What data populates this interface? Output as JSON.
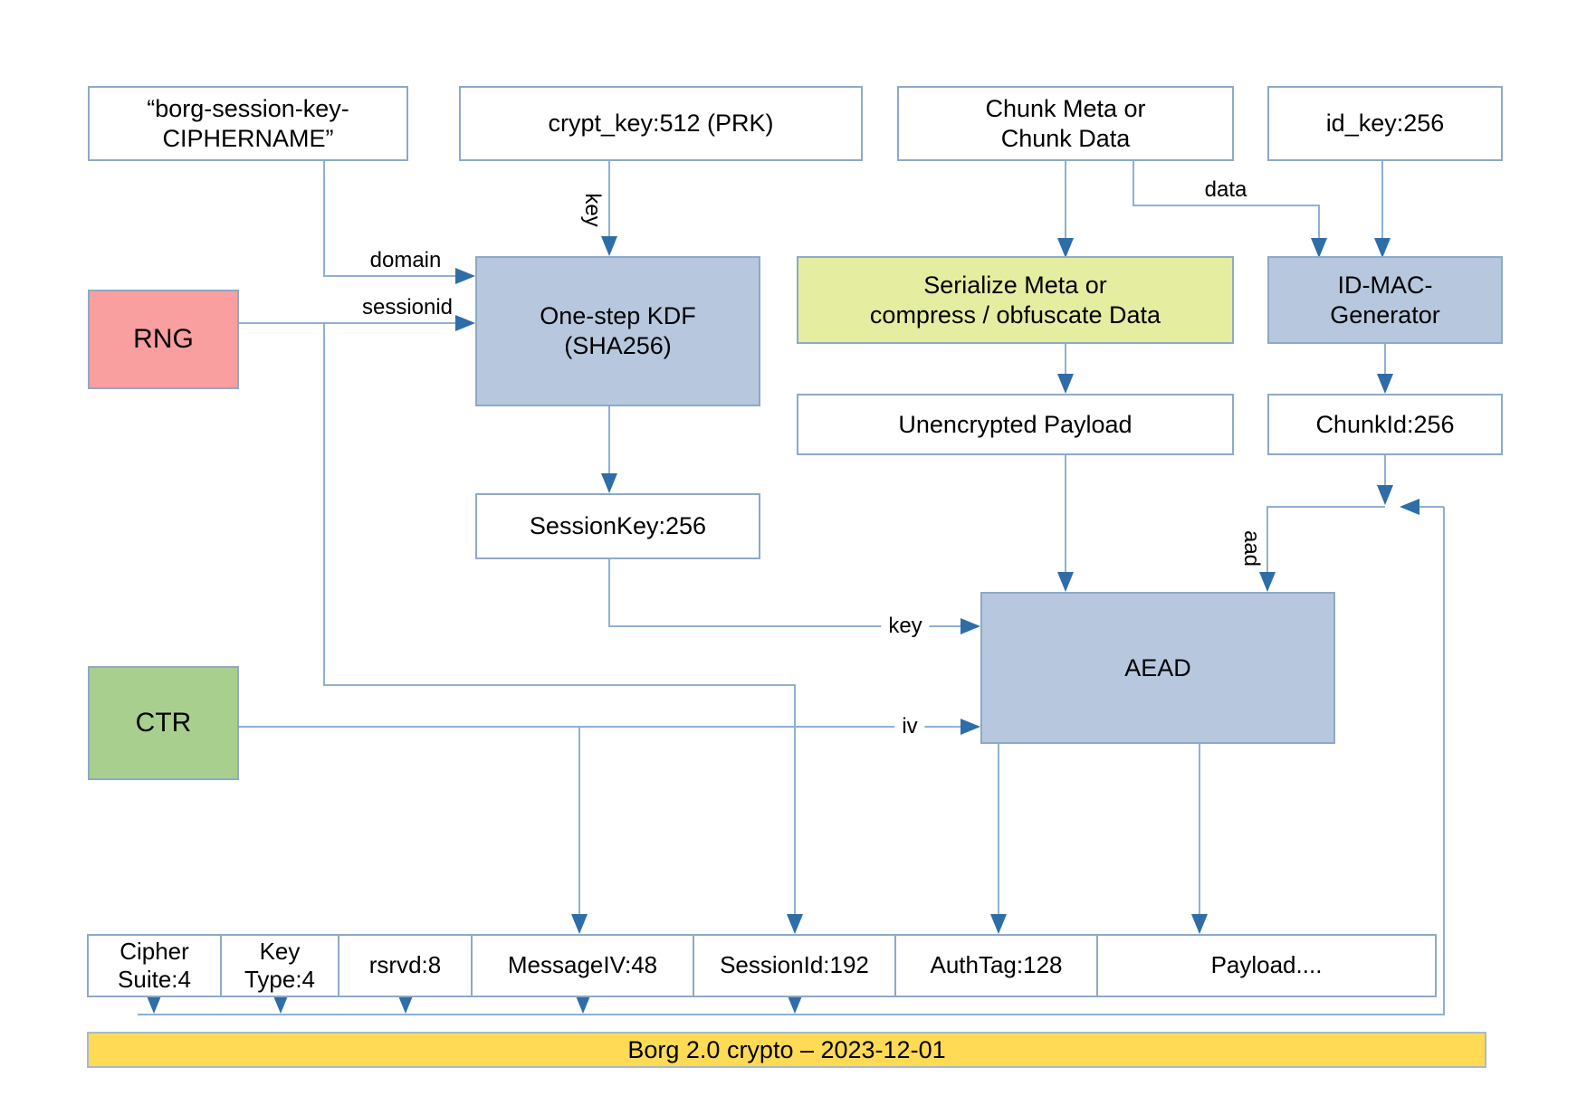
{
  "diagram": {
    "banner": {
      "label": "Borg 2.0 crypto – 2023-12-01"
    },
    "nodes": {
      "borg_constant": {
        "label": "“borg-session-key-\nCIPHERNAME”"
      },
      "crypt_key": {
        "label": "crypt_key:512 (PRK)"
      },
      "chunk_meta": {
        "label": "Chunk Meta or\nChunk Data"
      },
      "id_key": {
        "label": "id_key:256"
      },
      "rng": {
        "label": "RNG"
      },
      "kdf": {
        "label": "One-step KDF\n(SHA256)"
      },
      "serialize": {
        "label": "Serialize Meta or\ncompress / obfuscate Data"
      },
      "id_mac_generator": {
        "label": "ID-MAC-\nGenerator"
      },
      "unencrypted_payload": {
        "label": "Unencrypted Payload"
      },
      "chunk_id": {
        "label": "ChunkId:256"
      },
      "session_key": {
        "label": "SessionKey:256"
      },
      "aead": {
        "label": "AEAD"
      },
      "ctr": {
        "label": "CTR"
      }
    },
    "fields": [
      {
        "label": "Cipher\nSuite:4"
      },
      {
        "label": "Key\nType:4"
      },
      {
        "label": "rsrvd:8"
      },
      {
        "label": "MessageIV:48"
      },
      {
        "label": "SessionId:192"
      },
      {
        "label": "AuthTag:128"
      },
      {
        "label": "Payload...."
      }
    ],
    "edge_labels": {
      "domain": "domain",
      "sessionid": "sessionid",
      "key_to_kdf": "key",
      "data": "data",
      "key_to_aead": "key",
      "iv": "iv",
      "aad": "aad"
    }
  },
  "colors": {
    "node_blue": "#b6c7de",
    "node_pink": "#fa9f9f",
    "node_green": "#a9cf8f",
    "node_yellow": "#e4eda0",
    "banner_gold": "#ffdb55",
    "line_blue": "#8fb0d4",
    "arrow_blue": "#2e6da8"
  }
}
